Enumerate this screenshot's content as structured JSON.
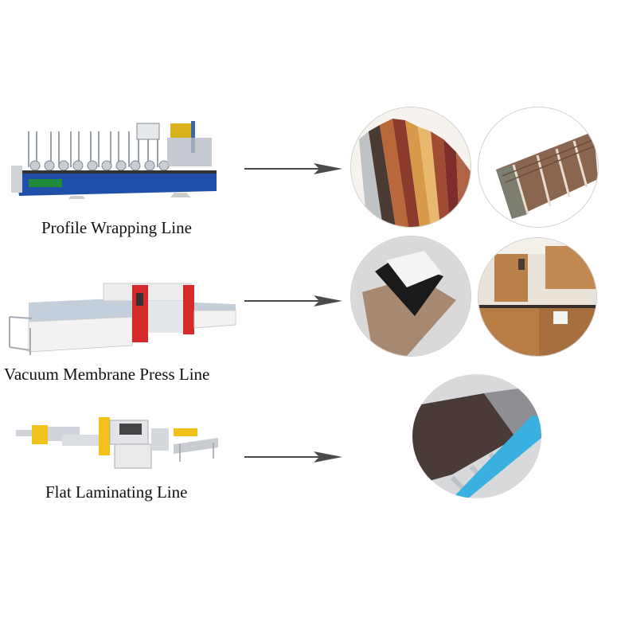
{
  "rows": [
    {
      "machine": "profile-wrapping-machine",
      "label": "Profile Wrapping Line",
      "products": [
        "wood-grain-profile-strips",
        "wrapped-skirting-boards"
      ]
    },
    {
      "machine": "vacuum-membrane-press-machine",
      "label": "Vacuum Membrane Press Line",
      "products": [
        "high-gloss-panel-samples",
        "wooden-kitchen-cabinets"
      ]
    },
    {
      "machine": "flat-laminating-machine",
      "label": "Flat Laminating Line",
      "products": [
        "laminated-board-on-roller-conveyor"
      ]
    }
  ],
  "colors": {
    "arrow": "#4a4a4a",
    "machine_blue": "#1f4fa8",
    "press_red": "#d42a2a",
    "laminator_yellow": "#f2c21b",
    "conveyor_blue": "#3ab0e0"
  }
}
